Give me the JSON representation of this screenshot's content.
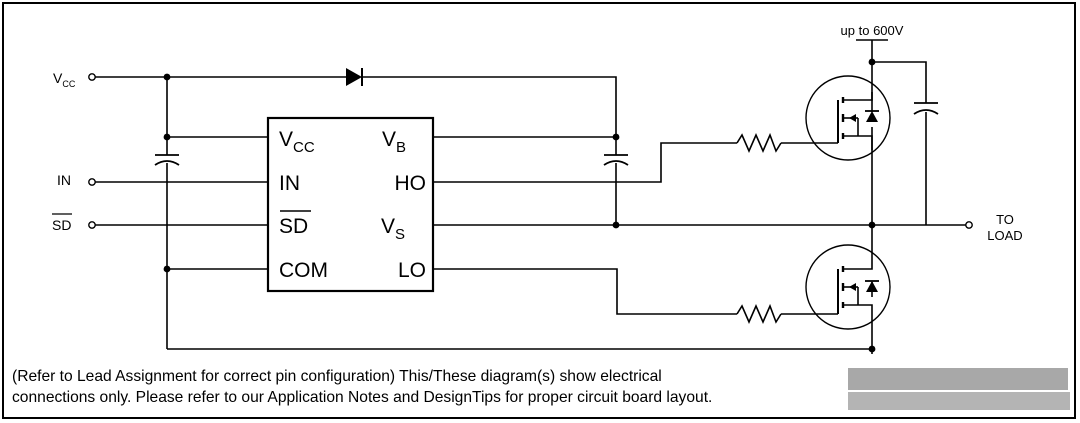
{
  "inputs": {
    "vcc_main": "V",
    "vcc_sub": "CC",
    "in": "IN",
    "sd": "SD"
  },
  "ic": {
    "left_pins": [
      {
        "main": "V",
        "sub": "CC"
      },
      {
        "main": "IN",
        "sub": ""
      },
      {
        "main": "SD",
        "sub": "",
        "overline": true
      },
      {
        "main": "COM",
        "sub": ""
      }
    ],
    "right_pins": [
      {
        "main": "V",
        "sub": "B"
      },
      {
        "main": "HO",
        "sub": ""
      },
      {
        "main": "V",
        "sub": "S"
      },
      {
        "main": "LO",
        "sub": ""
      }
    ]
  },
  "supply_label": "up to 600V",
  "output": {
    "line1": "TO",
    "line2": "LOAD"
  },
  "note": {
    "line1": "(Refer to Lead Assignment for correct pin configuration) This/These diagram(s) show electrical",
    "line2": "connections only.  Please refer to our Application Notes and DesignTips for proper circuit board layout."
  },
  "colors": {
    "wire": "#000000",
    "watermark": "#a8a8a8"
  }
}
